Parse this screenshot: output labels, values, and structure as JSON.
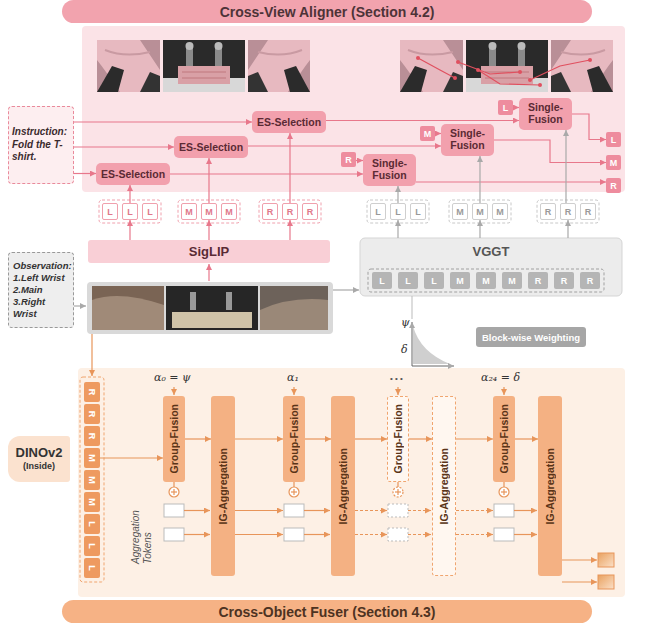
{
  "diagram": {
    "nodes": [
      {
        "text": [
          "Cross-View Aligner (Section 4.2)"
        ]
      },
      {
        "text": [
          "Instruction:",
          "Fold the T-shirt."
        ]
      },
      {
        "text": [
          "ES-Selection"
        ]
      },
      {
        "text": [
          "ES-Selection"
        ]
      },
      {
        "text": [
          "ES-Selection"
        ]
      },
      {
        "text": [
          "R"
        ]
      },
      {
        "text": [
          "Single-Fusion"
        ]
      },
      {
        "text": [
          "M"
        ]
      },
      {
        "text": [
          "Single-Fusion"
        ]
      },
      {
        "text": [
          "L"
        ]
      },
      {
        "text": [
          "Single-Fusion"
        ]
      },
      {
        "text": [
          "L"
        ]
      },
      {
        "text": [
          "M"
        ]
      },
      {
        "text": [
          "R"
        ]
      },
      {
        "text": [
          "L"
        ]
      },
      {
        "text": [
          "L"
        ]
      },
      {
        "text": [
          "L"
        ]
      },
      {
        "text": [
          "M"
        ]
      },
      {
        "text": [
          "M"
        ]
      },
      {
        "text": [
          "M"
        ]
      },
      {
        "text": [
          "R"
        ]
      },
      {
        "text": [
          "R"
        ]
      },
      {
        "text": [
          "R"
        ]
      },
      {
        "text": [
          "L"
        ]
      },
      {
        "text": [
          "L"
        ]
      },
      {
        "text": [
          "L"
        ]
      },
      {
        "text": [
          "M"
        ]
      },
      {
        "text": [
          "M"
        ]
      },
      {
        "text": [
          "M"
        ]
      },
      {
        "text": [
          "R"
        ]
      },
      {
        "text": [
          "R"
        ]
      },
      {
        "text": [
          "R"
        ]
      },
      {
        "text": [
          "SigLIP"
        ]
      },
      {
        "text": [
          "VGGT"
        ]
      },
      {
        "text": [
          "L"
        ],
        "in": 33
      },
      {
        "text": [
          "L"
        ],
        "in": 33
      },
      {
        "text": [
          "L"
        ],
        "in": 33
      },
      {
        "text": [
          "M"
        ],
        "in": 33
      },
      {
        "text": [
          "M"
        ],
        "in": 33
      },
      {
        "text": [
          "M"
        ],
        "in": 33
      },
      {
        "text": [
          "R"
        ],
        "in": 33
      },
      {
        "text": [
          "R"
        ],
        "in": 33
      },
      {
        "text": [
          "R"
        ],
        "in": 33
      },
      {
        "text": [
          "Observation:",
          "1.Left Wrist",
          "2.Main",
          "3.Right Wrist"
        ]
      },
      {
        "text": [
          "Block-wise Weighting"
        ]
      },
      {
        "text": [
          "DINOv2",
          "(Inside)"
        ]
      },
      {
        "text": [
          "R"
        ]
      },
      {
        "text": [
          "R"
        ]
      },
      {
        "text": [
          "R"
        ]
      },
      {
        "text": [
          "M"
        ]
      },
      {
        "text": [
          "M"
        ]
      },
      {
        "text": [
          "M"
        ]
      },
      {
        "text": [
          "L"
        ]
      },
      {
        "text": [
          "L"
        ]
      },
      {
        "text": [
          "L"
        ]
      },
      {
        "text": [
          "Group-Fusion"
        ]
      },
      {
        "text": [
          "IG-Aggregation"
        ]
      },
      {
        "text": [
          "Group-Fusion"
        ]
      },
      {
        "text": [
          "IG-Aggregation"
        ]
      },
      {
        "text": [
          "Group-Fusion"
        ]
      },
      {
        "text": [
          "IG-Aggregation"
        ]
      },
      {
        "text": [
          "Group-Fusion"
        ]
      },
      {
        "text": [
          "IG-Aggregation"
        ]
      },
      {
        "text": [
          "Cross-Object Fuser (Section 4.3)"
        ]
      }
    ],
    "edges": [
      {
        "from": 1,
        "to": 2,
        "arrow": "to"
      },
      {
        "from": 1,
        "to": 3,
        "arrow": "to"
      },
      {
        "from": 1,
        "to": 4,
        "arrow": "to"
      },
      {
        "from": 15,
        "to": 2,
        "arrow": "to"
      },
      {
        "from": 18,
        "to": 3,
        "arrow": "to"
      },
      {
        "from": 21,
        "to": 4,
        "arrow": "to"
      },
      {
        "from": 2,
        "to": 6,
        "arrow": "to"
      },
      {
        "from": 3,
        "to": 8,
        "arrow": "to"
      },
      {
        "from": 4,
        "to": 10,
        "arrow": "to"
      },
      {
        "from": 5,
        "to": 6,
        "arrow": "to"
      },
      {
        "from": 7,
        "to": 8,
        "arrow": "to"
      },
      {
        "from": 9,
        "to": 10,
        "arrow": "to"
      },
      {
        "from": 6,
        "to": 13,
        "arrow": "to"
      },
      {
        "from": 8,
        "to": 12,
        "arrow": "to"
      },
      {
        "from": 10,
        "to": 11,
        "arrow": "to"
      },
      {
        "from": 24,
        "to": 6,
        "arrow": "to"
      },
      {
        "from": 27,
        "to": 8,
        "arrow": "to"
      },
      {
        "from": 30,
        "to": 10,
        "arrow": "to"
      },
      {
        "from": 32,
        "to": 15,
        "arrow": "to"
      },
      {
        "from": 32,
        "to": 18,
        "arrow": "to"
      },
      {
        "from": 32,
        "to": 21,
        "arrow": "to"
      },
      {
        "from": 33,
        "to": 24,
        "arrow": "to"
      },
      {
        "from": 33,
        "to": 27,
        "arrow": "to"
      },
      {
        "from": 33,
        "to": 30,
        "arrow": "to"
      },
      {
        "from": 49,
        "to": 55,
        "arrow": "to"
      },
      {
        "from": 55,
        "to": 56,
        "arrow": "to"
      },
      {
        "from": 56,
        "to": 57,
        "arrow": "to"
      },
      {
        "from": 57,
        "to": 58,
        "arrow": "to"
      },
      {
        "from": 58,
        "to": 59,
        "arrow": "to"
      },
      {
        "from": 59,
        "to": 60,
        "arrow": "to"
      },
      {
        "from": 60,
        "to": 61,
        "arrow": "to"
      },
      {
        "from": 61,
        "to": 62,
        "arrow": "to"
      }
    ],
    "labels": [
      "ψ",
      "δ",
      "α₀ = ψ",
      "α₁",
      "• • •",
      "α₂₄ = δ",
      "Aggregation Tokens"
    ]
  }
}
